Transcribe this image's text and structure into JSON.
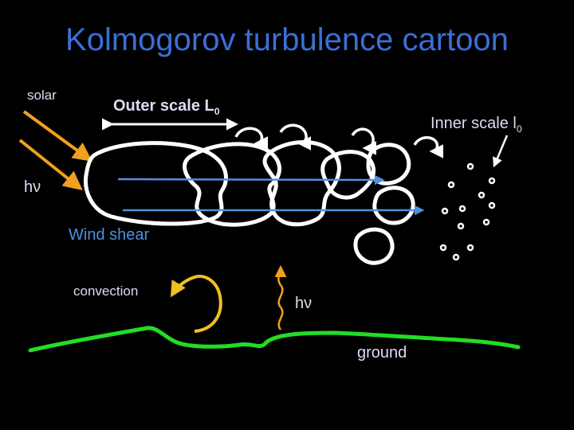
{
  "title": "Kolmogorov turbulence cartoon",
  "labels": {
    "solar": "solar",
    "outer_scale": "Outer scale L",
    "outer_scale_sub": "0",
    "inner_scale": "Inner scale l",
    "inner_scale_sub": "0",
    "hv_left": "hν",
    "wind_shear": "Wind shear",
    "convection": "convection",
    "hv_ground": "hν",
    "ground": "ground"
  },
  "colors": {
    "background": "#000000",
    "title": "#3b6fd6",
    "eddy": "#ffffff",
    "solar_arrows": "#f0a020",
    "convection_arrow": "#f0c020",
    "wind_arrows": "#4f8fe0",
    "ground": "#22dd22"
  }
}
